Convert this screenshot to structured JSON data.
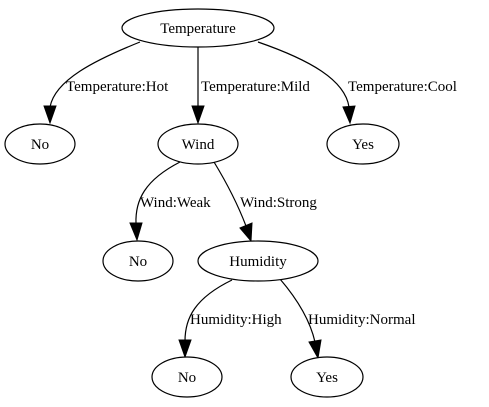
{
  "nodes": {
    "root": "Temperature",
    "no_hot": "No",
    "wind": "Wind",
    "yes_cool": "Yes",
    "no_weak": "No",
    "humidity": "Humidity",
    "no_high": "No",
    "yes_normal": "Yes"
  },
  "edges": {
    "temp_hot": "Temperature:Hot",
    "temp_mild": "Temperature:Mild",
    "temp_cool": "Temperature:Cool",
    "wind_weak": "Wind:Weak",
    "wind_strong": "Wind:Strong",
    "humidity_high": "Humidity:High",
    "humidity_normal": "Humidity:Normal"
  }
}
